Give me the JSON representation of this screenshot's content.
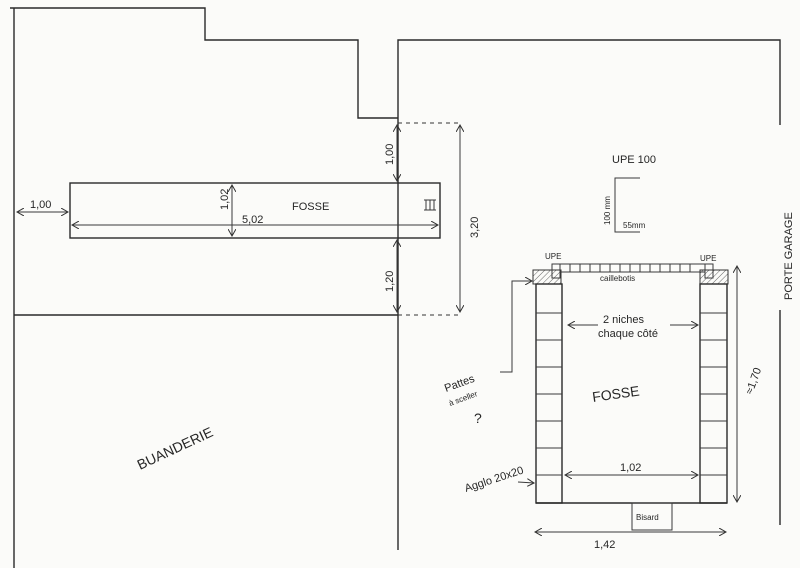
{
  "plan": {
    "room_label": "BUANDERIE",
    "door_label": "PORTE GARAGE",
    "pit_top_label": "FOSSE",
    "dims": {
      "left_offset": "1,00",
      "pit_width": "1,02",
      "pit_length": "5,02",
      "top_gap": "1,00",
      "bottom_gap": "1,20",
      "total": "3,20"
    }
  },
  "detail": {
    "profile_title": "UPE 100",
    "profile_height": "100 mm",
    "profile_width": "55mm",
    "upe_left": "UPE",
    "upe_right": "UPE",
    "grating": "caillebotis",
    "niches_line1": "2 niches",
    "niches_line2": "chaque côté",
    "pit_label": "FOSSE",
    "anchors_line1": "Pattes",
    "anchors_line2": "à sceller",
    "anchors_line3": "?",
    "block": "Agglo 20x20",
    "inner_width": "1,02",
    "drain": "Bisard",
    "outer_width": "1,42",
    "depth": "≈1,70"
  }
}
